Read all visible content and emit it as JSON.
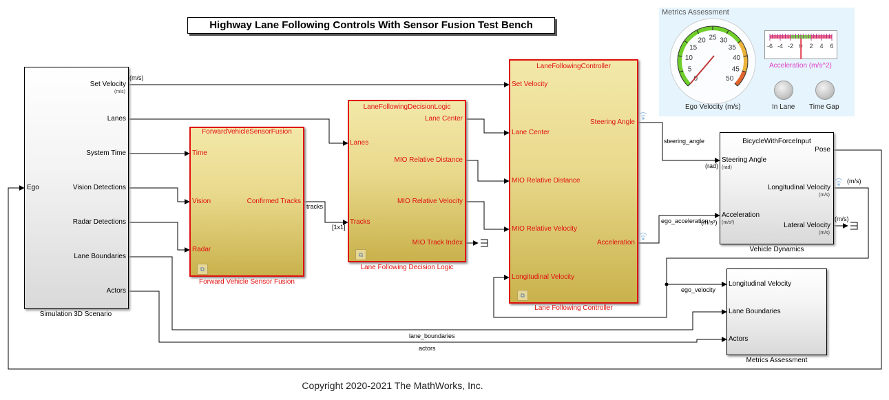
{
  "title": "Highway Lane Following Controls With Sensor Fusion Test Bench",
  "copyright": "Copyright 2020-2021 The MathWorks, Inc.",
  "blocks": {
    "scenario": {
      "caption": "Simulation 3D Scenario",
      "inputs": [
        "Ego"
      ],
      "outputs": [
        "Set Velocity",
        "Lanes",
        "System Time",
        "Vision Detections",
        "Radar Detections",
        "Lane Boundaries",
        "Actors"
      ],
      "set_velocity_unit": "(m/s)"
    },
    "sensor_fusion": {
      "name": "ForwardVehicleSensorFusion",
      "caption": "Forward Vehicle Sensor Fusion",
      "inputs": [
        "Time",
        "Vision",
        "Radar"
      ],
      "outputs": [
        "Confirmed Tracks"
      ]
    },
    "decision_logic": {
      "name": "LaneFollowingDecisionLogic",
      "caption": "Lane Following Decision Logic",
      "inputs": [
        "Lanes",
        "Tracks"
      ],
      "outputs": [
        "Lane Center",
        "MIO Relative Distance",
        "MIO Relative Velocity",
        "MIO Track Index"
      ]
    },
    "controller": {
      "name": "LaneFollowingController",
      "caption": "Lane Following Controller",
      "inputs": [
        "Set Velocity",
        "Lane Center",
        "MIO Relative Distance",
        "MIO Relative Velocity",
        "Longitudinal Velocity"
      ],
      "outputs": [
        "Steering Angle",
        "Acceleration"
      ]
    },
    "vehicle_dynamics": {
      "name": "BicycleWithForceInput",
      "caption": "Vehicle Dynamics",
      "inputs": [
        "Steering Angle",
        "Acceleration"
      ],
      "input_units": [
        "(rad)",
        "(m/s²)"
      ],
      "outputs": [
        "Pose",
        "Longitudinal Velocity",
        "Lateral Velocity"
      ],
      "output_units": [
        "(m/s)",
        "(m/s)"
      ]
    },
    "metrics": {
      "caption": "Metrics Assessment",
      "inputs": [
        "Longitudinal Velocity",
        "Lane Boundaries",
        "Actors"
      ]
    }
  },
  "signals": {
    "set_velocity_unit": "(m/s)",
    "tracks": "tracks",
    "tracks_dim": "[1x1]",
    "steering_angle": "steering_angle",
    "steering_unit": "(rad)",
    "ego_acceleration": "ego_acceleration",
    "accel_unit": "(m/s²)",
    "long_vel_unit": "(m/s)",
    "lat_vel_unit": "(m/s)",
    "ego_velocity": "ego_velocity",
    "lane_boundaries": "lane_boundaries",
    "actors": "actors"
  },
  "dashboard": {
    "title": "Metrics Assessment",
    "gauge": {
      "label": "Ego Velocity (m/s)",
      "min": 0,
      "max": 50,
      "ticks": [
        "0",
        "5",
        "10",
        "15",
        "20",
        "25",
        "30",
        "35",
        "40",
        "45",
        "50"
      ],
      "value": 0,
      "ranges": [
        {
          "from": 0,
          "to": 35,
          "color": "#6fcf2a"
        },
        {
          "from": 35,
          "to": 45,
          "color": "#eab33a"
        },
        {
          "from": 45,
          "to": 50,
          "color": "#e0652e"
        }
      ],
      "needle_color": "#c0393b"
    },
    "linear_gauge": {
      "label": "Acceleration (m/s^2)",
      "min": -6,
      "max": 6,
      "ticks": [
        "-6",
        "-4",
        "-2",
        "0",
        "2",
        "4",
        "6"
      ],
      "value": 0,
      "label_color": "#e040c8"
    },
    "lamps": [
      {
        "label": "In Lane"
      },
      {
        "label": "Time Gap"
      }
    ]
  }
}
